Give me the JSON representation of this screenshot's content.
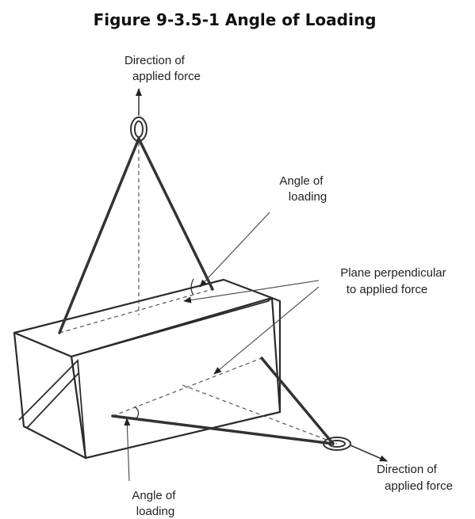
{
  "title": "Figure 9-3.5-1 Angle of Loading",
  "labels": {
    "top_force": [
      "Direction of",
      "applied force"
    ],
    "angle_top": [
      "Angle of",
      "loading"
    ],
    "plane": [
      "Plane perpendicular",
      "to applied force"
    ],
    "bottom_force": [
      "Direction of",
      "applied force"
    ],
    "angle_bottom": [
      "Angle of",
      "loading"
    ]
  }
}
